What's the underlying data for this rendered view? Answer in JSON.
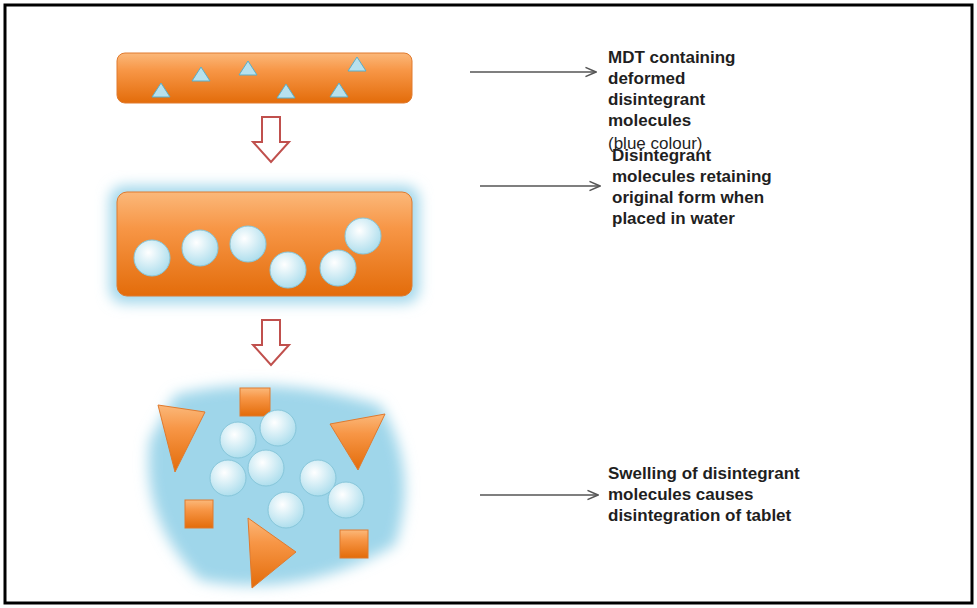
{
  "diagram": {
    "labels": [
      "MDT containing deformed disintegrant molecules",
      "(blue colour)",
      "Disintegrant molecules retaining original form when placed in water",
      "Swelling of disintegrant molecules causes disintegration of tablet"
    ]
  }
}
